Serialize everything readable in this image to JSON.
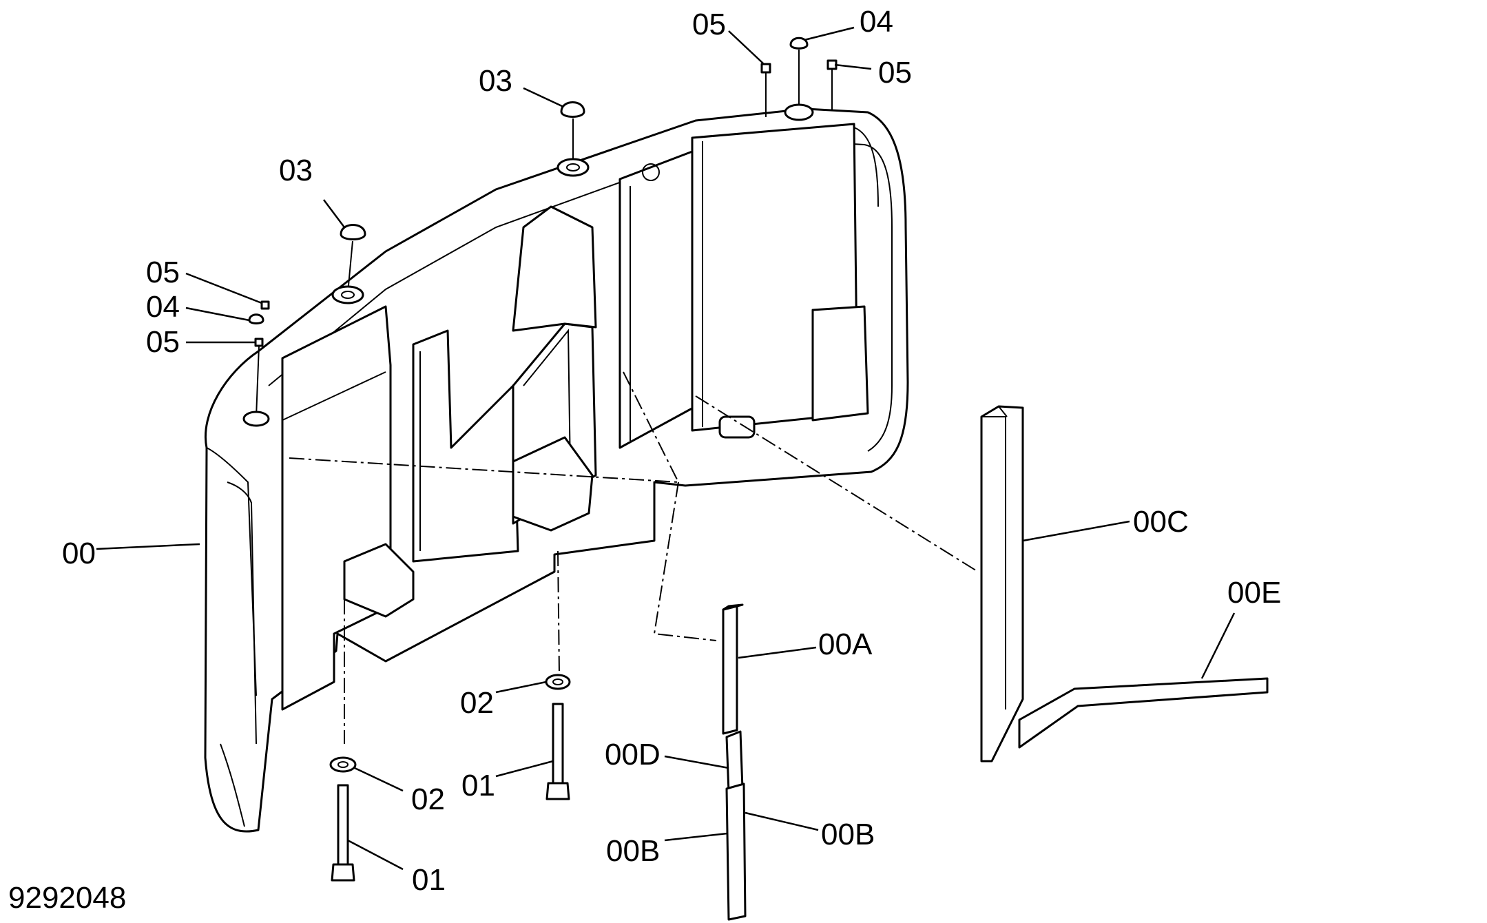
{
  "drawing_number": "9292048",
  "callouts": {
    "c00": "00",
    "c00A": "00A",
    "c00B_left": "00B",
    "c00B_right": "00B",
    "c00C": "00C",
    "c00D": "00D",
    "c00E": "00E",
    "c01_left": "01",
    "c01_right": "01",
    "c02_left": "02",
    "c02_right": "02",
    "c03_left": "03",
    "c03_mid": "03",
    "c04_left": "04",
    "c04_top": "04",
    "c05_left_a": "05",
    "c05_left_b": "05",
    "c05_top_a": "05",
    "c05_top_b": "05"
  }
}
